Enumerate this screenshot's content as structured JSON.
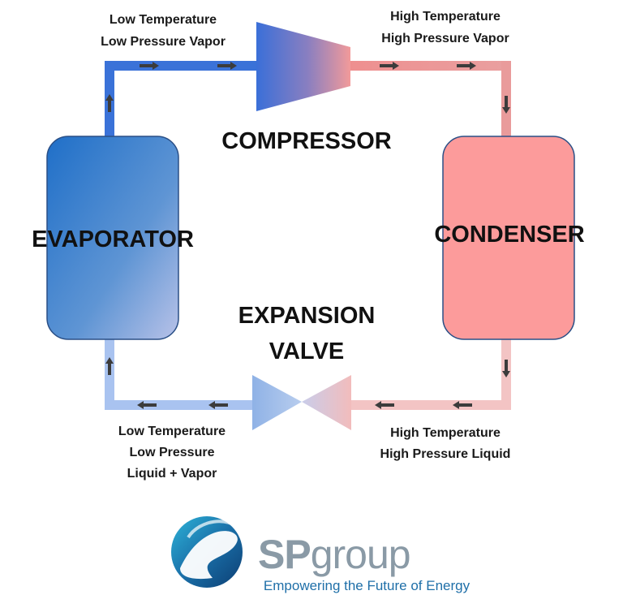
{
  "labels": {
    "top_left": [
      "Low Temperature",
      "Low Pressure Vapor"
    ],
    "top_right": [
      "High Temperature",
      "High Pressure Vapor"
    ],
    "bottom_left": [
      "Low Temperature",
      "Low Pressure",
      "Liquid + Vapor"
    ],
    "bottom_right": [
      "High Temperature",
      "High Pressure Liquid"
    ]
  },
  "components": {
    "compressor": "COMPRESSOR",
    "condenser": "CONDENSER",
    "evaporator": "EVAPORATOR",
    "expansion_valve": [
      "EXPANSION",
      "VALVE"
    ]
  },
  "logo": {
    "brand_sp": "SP",
    "brand_group": "group",
    "tagline": "Empowering the Future of Energy"
  },
  "colors": {
    "cold": "#2f6fd6",
    "cold_light": "#9bbcef",
    "hot": "#e89696",
    "hot_light": "#f3c4c4",
    "condenser_fill": "#fb9999",
    "evaporator_fill": "#3f7fcf",
    "logo_text": "#8a9aa6",
    "logo_tagline": "#1f6fa8"
  }
}
